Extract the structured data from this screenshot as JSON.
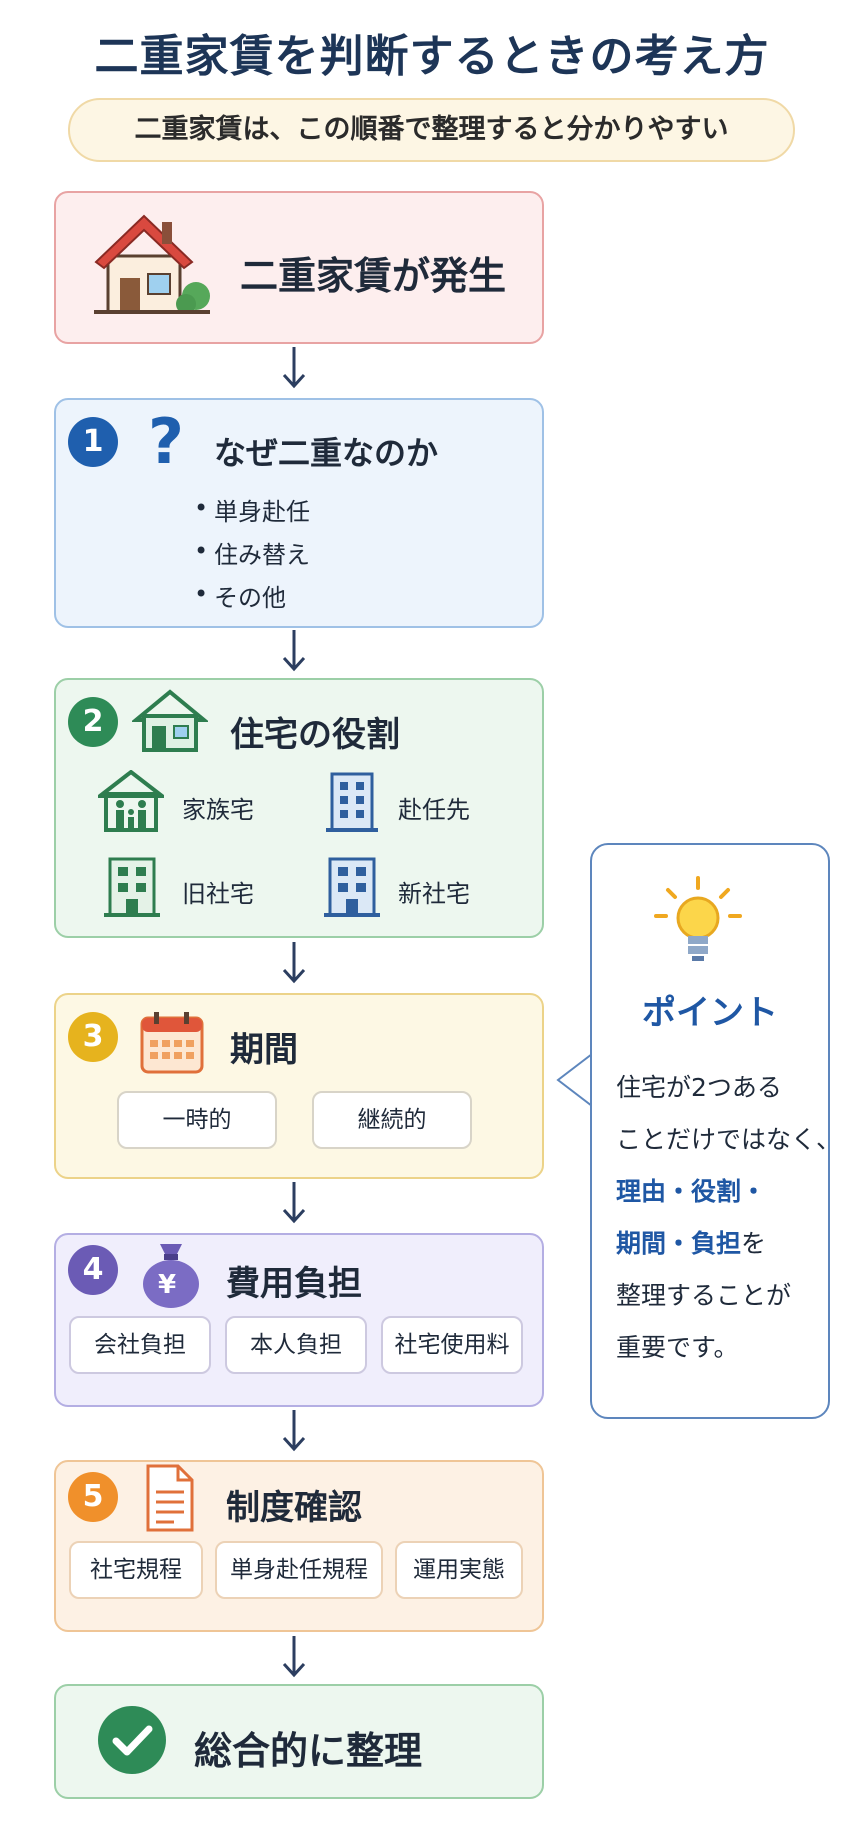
{
  "title": "二重家賃を判断するときの考え方",
  "subtitle": "二重家賃は、この順番で整理すると分かりやすい",
  "start": {
    "label": "二重家賃が発生"
  },
  "steps": [
    {
      "number": "1",
      "title": "なぜ二重なのか",
      "color": "#1f5fae",
      "bullets": [
        "単身赴任",
        "住み替え",
        "その他"
      ]
    },
    {
      "number": "2",
      "title": "住宅の役割",
      "color": "#2e8b57",
      "roles": [
        "家族宅",
        "赴任先",
        "旧社宅",
        "新社宅"
      ]
    },
    {
      "number": "3",
      "title": "期間",
      "color": "#e6b31e",
      "options": [
        "一時的",
        "継続的"
      ]
    },
    {
      "number": "4",
      "title": "費用負担",
      "color": "#6b5bb5",
      "options": [
        "会社負担",
        "本人負担",
        "社宅使用料"
      ],
      "icon_text": "¥"
    },
    {
      "number": "5",
      "title": "制度確認",
      "color": "#f0902b",
      "options": [
        "社宅規程",
        "単身赴任規程",
        "運用実態"
      ]
    }
  ],
  "end": {
    "label": "総合的に整理"
  },
  "point": {
    "title": "ポイント",
    "line1": "住宅が2つある",
    "line2": "ことだけではなく、",
    "line3": "理由・役割・",
    "line4a": "期間・負担",
    "line4b": "を",
    "line5": "整理することが",
    "line6": "重要です。"
  }
}
